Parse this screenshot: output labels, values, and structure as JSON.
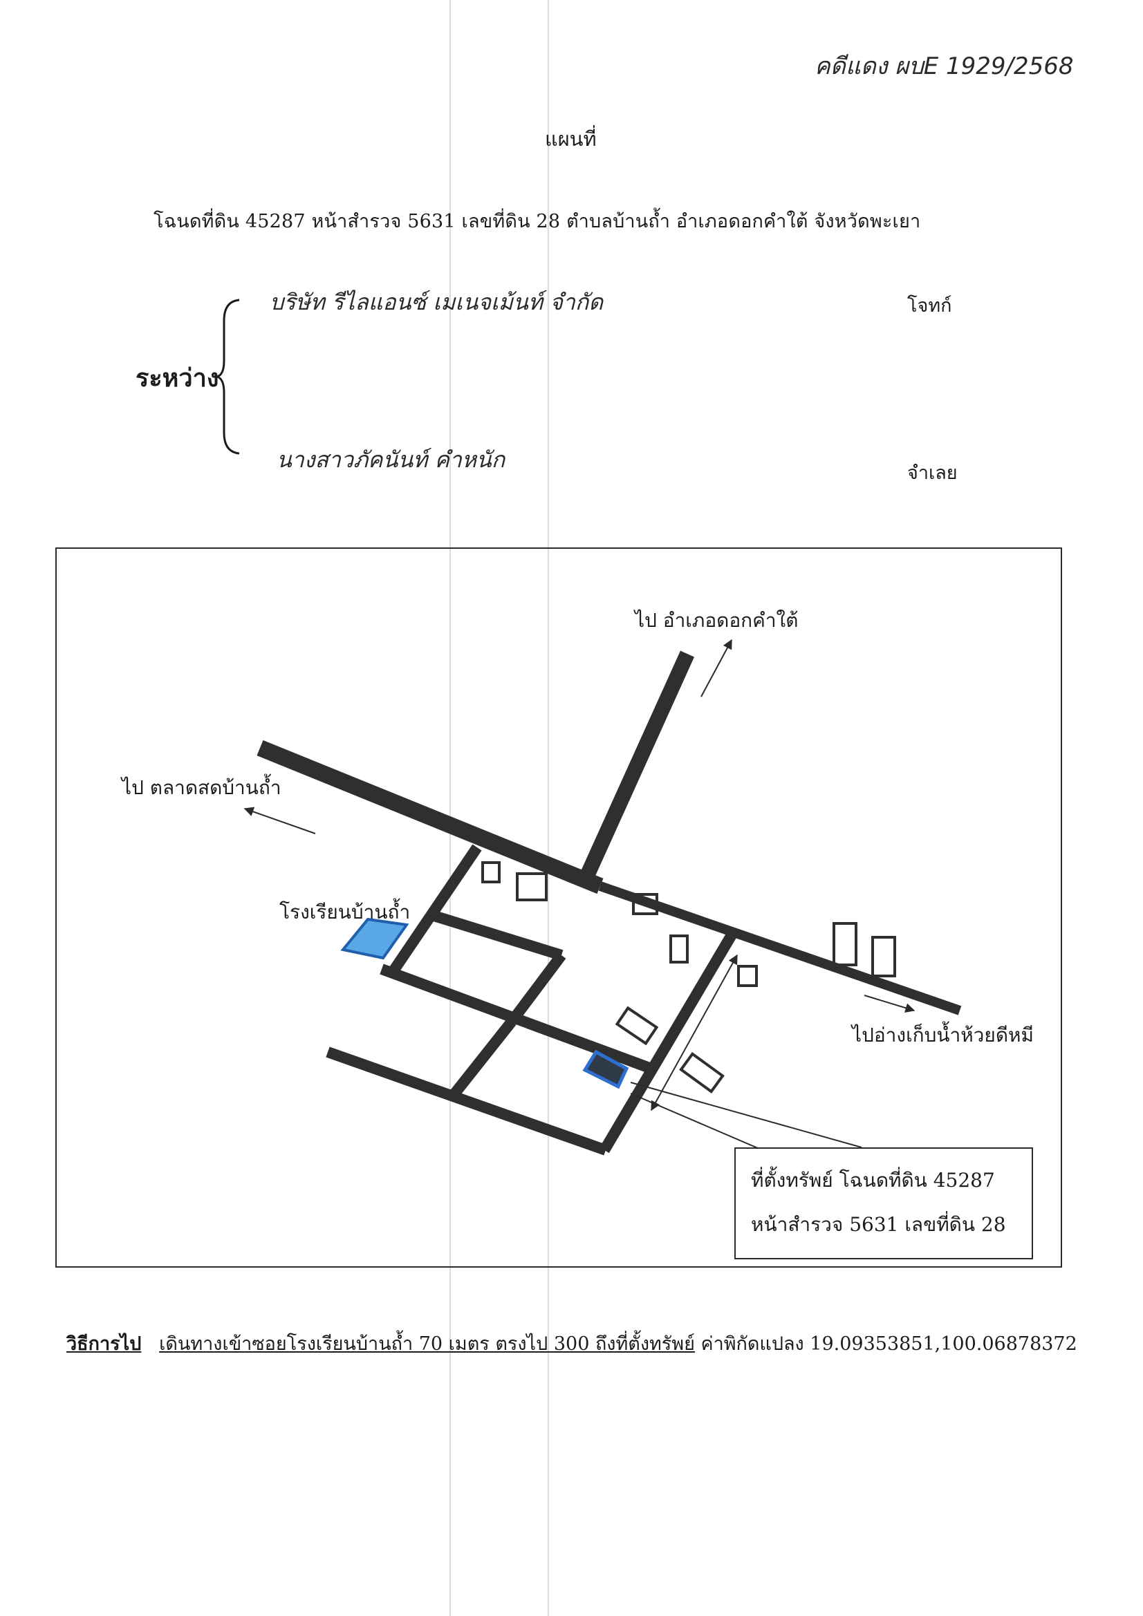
{
  "header": {
    "case_number": "คดีแดง ผบE 1929/2568",
    "title": "แผนที่"
  },
  "deed_line": "โฉนดที่ดิน 45287 หน้าสำรวจ 5631 เลขที่ดิน 28 ตำบลบ้านถ้ำ อำเภอดอกคำใต้ จังหวัดพะเยา",
  "parties": {
    "between_label": "ระหว่าง",
    "plaintiff_name": "บริษัท รีไลแอนซ์ เมเนจเม้นท์ จำกัด",
    "plaintiff_role": "โจทก์",
    "defendant_name": "นางสาวภัคนันท์ คำหนัก",
    "defendant_role": "จำเลย"
  },
  "map": {
    "labels": {
      "to_district": "ไป อำเภอดอกคำใต้",
      "to_market": "ไป ตลาดสดบ้านถ้ำ",
      "school": "โรงเรียนบ้านถ้ำ",
      "to_reservoir": "ไปอ่างเก็บน้ำห้วยดีหมี"
    },
    "property_box": {
      "line1": "ที่ตั้งทรัพย์ โฉนดที่ดิน 45287",
      "line2": "หน้าสำรวจ 5631 เลขที่ดิน 28"
    },
    "colors": {
      "road": "#2f2f2f",
      "school_fill": "#5aa7e8",
      "school_outline": "#1f5fae",
      "property_fill": "#2f3a48",
      "property_outline": "#2f6fd0"
    }
  },
  "directions": {
    "label": "วิธีการไป",
    "route_text": "เดินทางเข้าซอยโรงเรียนบ้านถ้ำ 70 เมตร ตรงไป 300 ถึงที่ตั้งทรัพย์",
    "coordinates_text": "ค่าพิกัดแปลง 19.09353851,100.06878372"
  }
}
